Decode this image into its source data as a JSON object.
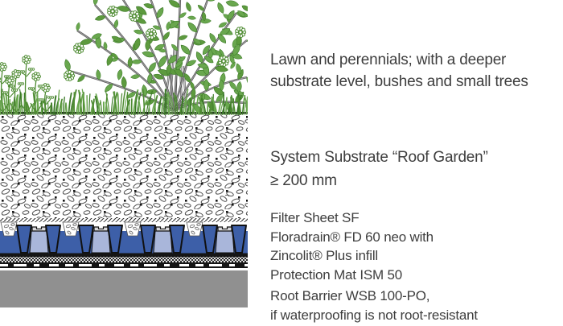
{
  "labels": {
    "vegetation": {
      "line1": "Lawn and perennials; with a deeper",
      "line2": "substrate level, bushes and small trees"
    },
    "substrate": {
      "line1": "System Substrate “Roof Garden”",
      "line2": "≥ 200 mm"
    },
    "buildup": {
      "line1": "Filter Sheet SF",
      "line2": "Floradrain® FD 60 neo with",
      "line3": "Zincolit® Plus infill",
      "line4": "Protection Mat ISM 50"
    },
    "root_barrier": {
      "line1": "Root Barrier WSB 100-PO,",
      "line2": "if waterproofing is not root-resistant"
    }
  },
  "illustration": {
    "type": "green-roof-system-cross-section",
    "layer_graphics": [
      "lawn-and-perennials-vegetation",
      "system-substrate",
      "filter-sheet",
      "floradrain-drainage-with-infill",
      "protection-mat",
      "root-barrier",
      "roof-deck"
    ]
  },
  "colors": {
    "background": "#ffffff",
    "text_gray": "#3e3e3e",
    "green": "#69a74e",
    "green_dark": "#4f8c33",
    "green_deep": "#3c7a28",
    "stem_gray": "#9b9b9b",
    "stem_core": "#4a4a4a",
    "blue_dark": "#3d5fa8",
    "blue_light": "#a9b6da",
    "cap_gray": "#d9d9dd",
    "deck_gray": "#909090",
    "line_black": "#151515"
  }
}
